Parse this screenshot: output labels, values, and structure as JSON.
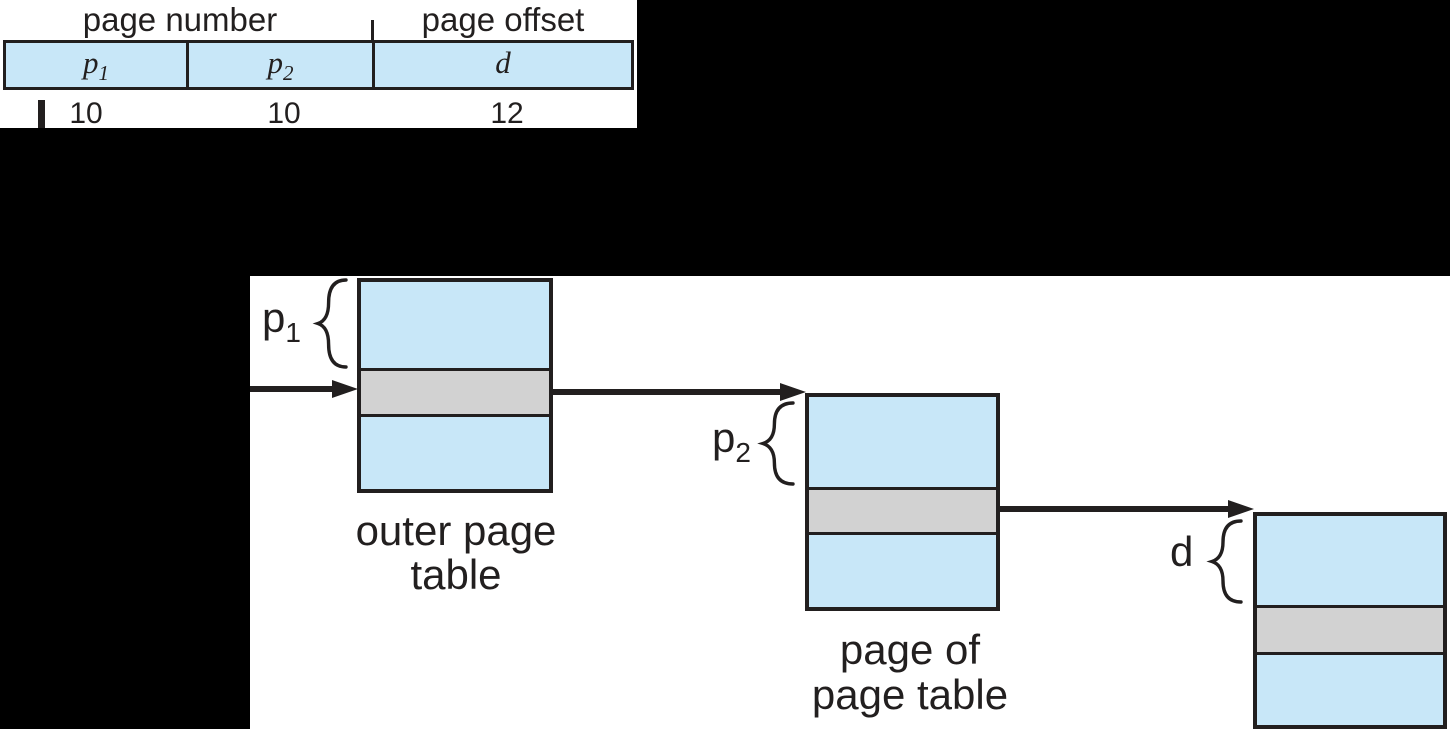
{
  "figure": {
    "address_format": {
      "page_number_label": "page number",
      "page_offset_label": "page offset",
      "fields": [
        {
          "base": "p",
          "sub": "1"
        },
        {
          "base": "p",
          "sub": "2"
        },
        {
          "base": "d",
          "sub": ""
        }
      ],
      "bit_widths": [
        "10",
        "10",
        "12"
      ]
    },
    "diagram": {
      "index_labels": [
        {
          "base": "p",
          "sub": "1"
        },
        {
          "base": "p",
          "sub": "2"
        },
        {
          "base": "d",
          "sub": ""
        }
      ],
      "captions": {
        "outer_table_line1": "outer page",
        "outer_table_line2": "table",
        "middle_table_line1": "page of",
        "middle_table_line2": "page table"
      }
    },
    "colors": {
      "background": "#000000",
      "panel_white": "#ffffff",
      "ink": "#221f1f",
      "cell_blue": "#c8e7f8",
      "highlight_gray": "#d2d2d2"
    }
  }
}
